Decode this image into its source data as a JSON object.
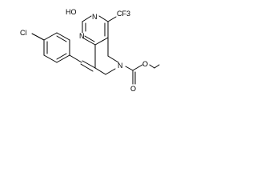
{
  "molecule": {
    "atom_labels": {
      "hydroxyl": "HO",
      "n1": "N",
      "n3": "N",
      "n7": "N",
      "cf3": "CF3",
      "chloro": "Cl",
      "carbonyl_o": "O",
      "ester_o": "O"
    }
  }
}
